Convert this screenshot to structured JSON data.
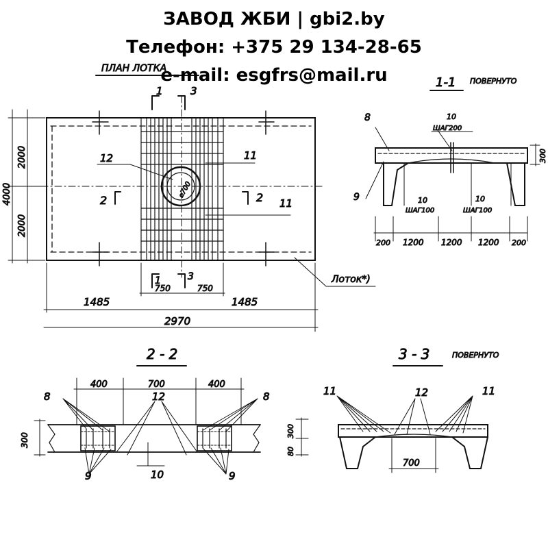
{
  "banner": {
    "line1": "ЗАВОД ЖБИ | gbi2.by",
    "line2": "Телефон: +375 29 134-28-65",
    "line3": "e-mail: esgfrs@mail.ru"
  },
  "plan": {
    "title": "ПЛАН ЛОТКА",
    "cut_1": "1",
    "cut_3": "3",
    "cut_2": "2",
    "dims": {
      "height_total": "4000",
      "height_top": "2000",
      "height_bottom": "2000",
      "left": "1485",
      "right": "1485",
      "total": "2970",
      "center_left": "750",
      "center_right": "750"
    },
    "diameter": "⌀700",
    "label_12": "12",
    "label_11a": "11",
    "label_11b": "11",
    "tray_callout": "Лоток*)"
  },
  "section_1_1": {
    "title": "1-1",
    "note": "ПОВЕРНУТО",
    "label_8": "8",
    "label_9": "9",
    "label_10_top": "10",
    "step_top": "ШАГ200",
    "label_10_l": "10",
    "step_l": "ШАГ100",
    "label_10_r": "10",
    "step_r": "ШАГ100",
    "height": "300",
    "dims": [
      "200",
      "1200",
      "1200",
      "1200",
      "200"
    ]
  },
  "section_2_2": {
    "title": "2 - 2",
    "dims": [
      "400",
      "700",
      "400"
    ],
    "height": "300",
    "label_8_left": "8",
    "label_8_right": "8",
    "label_12": "12",
    "label_9_left": "9",
    "label_9_right": "9",
    "label_10": "10"
  },
  "section_3_3": {
    "title": "3 - 3",
    "note": "ПОВЕРНУТО",
    "label_11_left": "11",
    "label_11_right": "11",
    "label_12": "12",
    "height": "300",
    "depth": "80",
    "width": "700"
  }
}
